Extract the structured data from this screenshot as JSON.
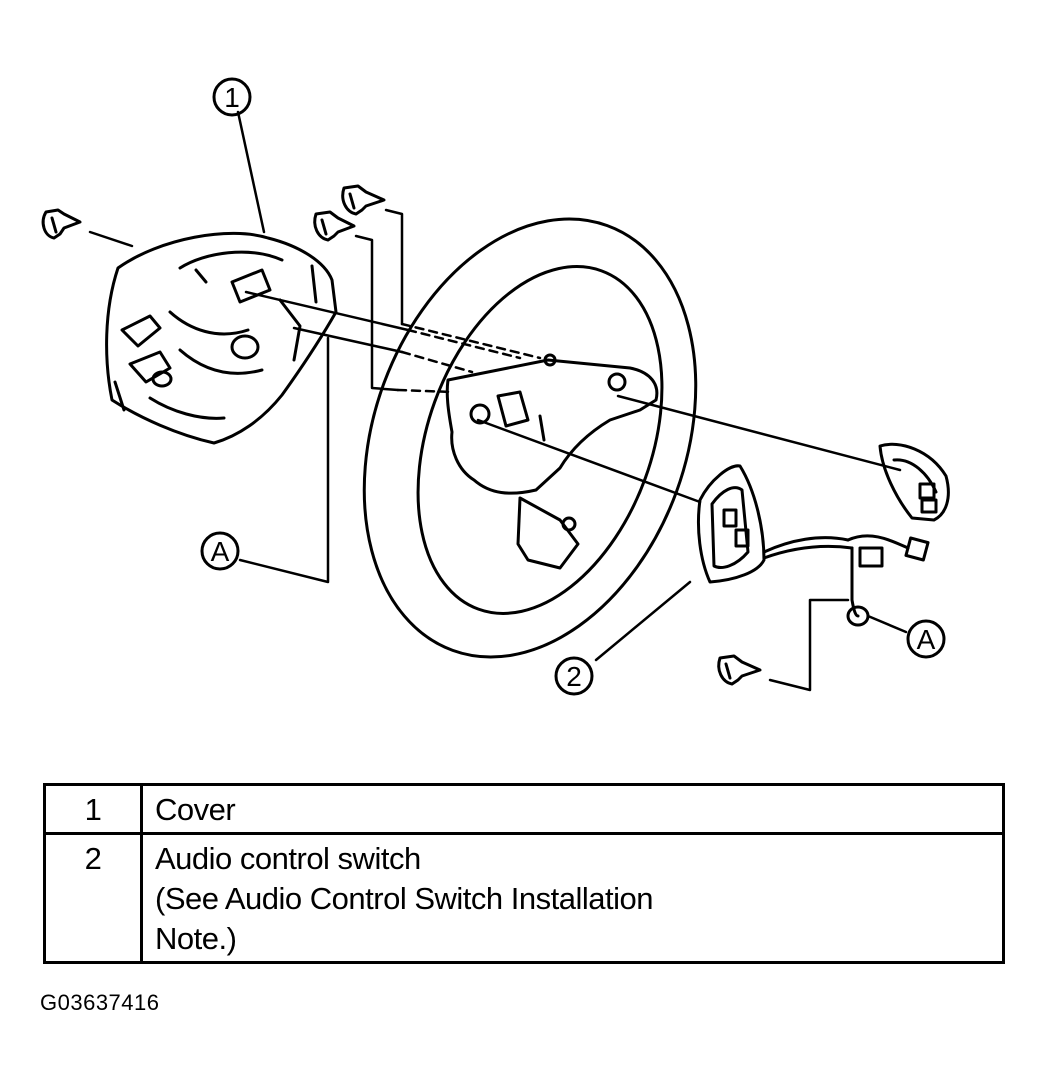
{
  "callouts": {
    "cover_number": "1",
    "switch_number": "2",
    "connector_ref_left": "A",
    "connector_ref_right": "A"
  },
  "legend": {
    "rows": [
      {
        "number": "1",
        "lines": [
          "Cover"
        ]
      },
      {
        "number": "2",
        "lines": [
          "Audio control switch",
          "(See Audio Control Switch Installation",
          "Note.)"
        ]
      }
    ]
  },
  "figure_code": "G03637416"
}
